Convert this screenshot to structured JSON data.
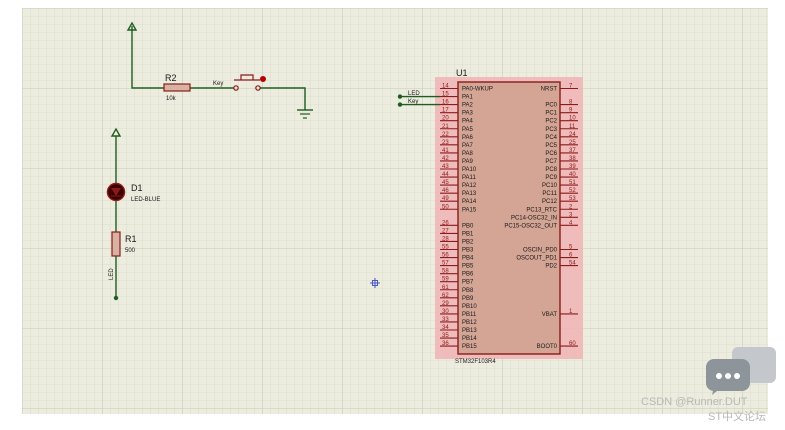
{
  "schematic": {
    "r2": {
      "ref": "R2",
      "value": "10k"
    },
    "key": {
      "label": "Key"
    },
    "d1": {
      "ref": "D1",
      "value": "LED-BLUE"
    },
    "r1": {
      "ref": "R1",
      "value": "500"
    },
    "net_led_left": "LED",
    "mcu": {
      "ref": "U1",
      "part": "STM32F103R4",
      "left_pins": [
        {
          "num": "14",
          "name": "PA0-WKUP"
        },
        {
          "num": "15",
          "name": "PA1"
        },
        {
          "num": "16",
          "name": "PA2"
        },
        {
          "num": "17",
          "name": "PA3"
        },
        {
          "num": "20",
          "name": "PA4"
        },
        {
          "num": "21",
          "name": "PA5"
        },
        {
          "num": "22",
          "name": "PA6"
        },
        {
          "num": "23",
          "name": "PA7"
        },
        {
          "num": "41",
          "name": "PA8"
        },
        {
          "num": "42",
          "name": "PA9"
        },
        {
          "num": "43",
          "name": "PA10"
        },
        {
          "num": "44",
          "name": "PA11"
        },
        {
          "num": "45",
          "name": "PA12"
        },
        {
          "num": "46",
          "name": "PA13"
        },
        {
          "num": "49",
          "name": "PA14"
        },
        {
          "num": "50",
          "name": "PA15"
        },
        {
          "num": "",
          "name": ""
        },
        {
          "num": "26",
          "name": "PB0"
        },
        {
          "num": "27",
          "name": "PB1"
        },
        {
          "num": "28",
          "name": "PB2"
        },
        {
          "num": "55",
          "name": "PB3"
        },
        {
          "num": "56",
          "name": "PB4"
        },
        {
          "num": "57",
          "name": "PB5"
        },
        {
          "num": "58",
          "name": "PB6"
        },
        {
          "num": "59",
          "name": "PB7"
        },
        {
          "num": "61",
          "name": "PB8"
        },
        {
          "num": "62",
          "name": "PB9"
        },
        {
          "num": "29",
          "name": "PB10"
        },
        {
          "num": "30",
          "name": "PB11"
        },
        {
          "num": "33",
          "name": "PB12"
        },
        {
          "num": "34",
          "name": "PB13"
        },
        {
          "num": "35",
          "name": "PB14"
        },
        {
          "num": "36",
          "name": "PB15"
        }
      ],
      "right_pins": [
        {
          "row": 0,
          "num": "7",
          "name": "NRST"
        },
        {
          "row": 2,
          "num": "8",
          "name": "PC0"
        },
        {
          "row": 3,
          "num": "9",
          "name": "PC1"
        },
        {
          "row": 4,
          "num": "10",
          "name": "PC2"
        },
        {
          "row": 5,
          "num": "11",
          "name": "PC3"
        },
        {
          "row": 6,
          "num": "24",
          "name": "PC4"
        },
        {
          "row": 7,
          "num": "25",
          "name": "PC5"
        },
        {
          "row": 8,
          "num": "37",
          "name": "PC6"
        },
        {
          "row": 9,
          "num": "38",
          "name": "PC7"
        },
        {
          "row": 10,
          "num": "39",
          "name": "PC8"
        },
        {
          "row": 11,
          "num": "40",
          "name": "PC9"
        },
        {
          "row": 12,
          "num": "51",
          "name": "PC10"
        },
        {
          "row": 13,
          "num": "52",
          "name": "PC11"
        },
        {
          "row": 14,
          "num": "53",
          "name": "PC12"
        },
        {
          "row": 15,
          "num": "2",
          "name": "PC13_RTC"
        },
        {
          "row": 16,
          "num": "3",
          "name": "PC14-OSC32_IN"
        },
        {
          "row": 17,
          "num": "4",
          "name": "PC15-OSC32_OUT"
        },
        {
          "row": 20,
          "num": "5",
          "name": "OSCIN_PD0"
        },
        {
          "row": 21,
          "num": "6",
          "name": "OSCOUT_PD1"
        },
        {
          "row": 22,
          "num": "54",
          "name": "PD2"
        },
        {
          "row": 28,
          "num": "1",
          "name": "VBAT"
        },
        {
          "row": 32,
          "num": "60",
          "name": "BOOT0"
        }
      ],
      "net_labels": [
        {
          "row": 1,
          "text": "LED"
        },
        {
          "row": 2,
          "text": "Key"
        }
      ]
    }
  },
  "watermark": {
    "line1": "CSDN @Runner.DUT",
    "line2": "ST中文论坛"
  },
  "colors": {
    "wire": "#1f5c1f",
    "part_outline": "#8b1a1a",
    "ic_body": "#d4a595",
    "ic_halo": "#f0b7b7",
    "grid": "#c9cdbb",
    "background": "#ececdf"
  }
}
